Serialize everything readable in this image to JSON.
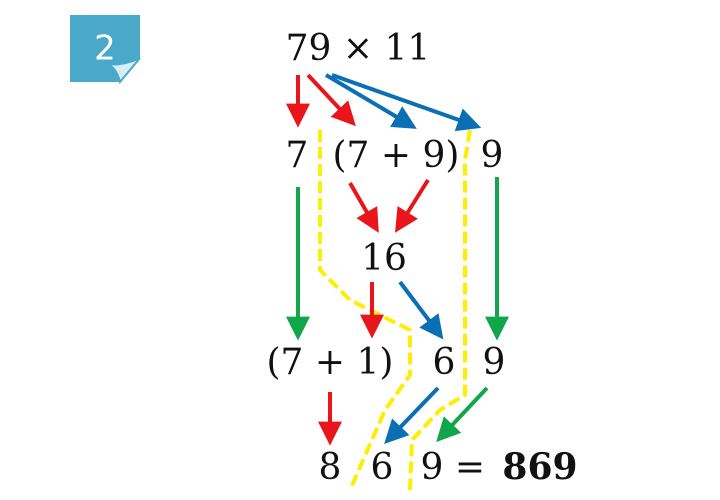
{
  "badge": {
    "number": "2",
    "color": "#4aa9c8"
  },
  "problem": {
    "expression": "79 × 11"
  },
  "step1": {
    "left_digit": "7",
    "middle_sum": "(7 + 9)",
    "right_digit": "9"
  },
  "step2": {
    "sum_result": "16"
  },
  "step3": {
    "left_carry": "(7 + 1)",
    "middle_digit": "6",
    "right_digit": "9"
  },
  "result": {
    "digit_hundreds": "8",
    "digit_tens": "6",
    "digit_ones": "9",
    "equals": "=",
    "answer": "869"
  },
  "colors": {
    "red_arrow": "#e8151b",
    "blue_arrow": "#0a6fb5",
    "green_arrow": "#12a64a",
    "yellow_dashed": "#ffee00"
  }
}
